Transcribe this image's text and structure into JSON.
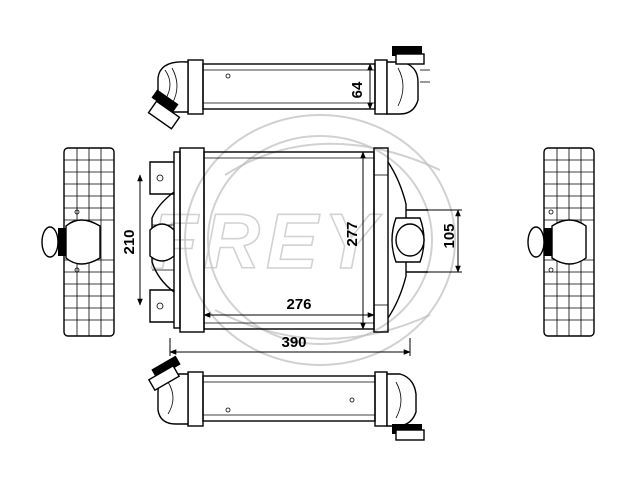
{
  "watermark": {
    "text": "FREY"
  },
  "dimensions": {
    "height_top_tube": "64",
    "core_height_left": "210",
    "core_height": "277",
    "outlet_spacing": "105",
    "core_width": "276",
    "overall_width": "390"
  }
}
